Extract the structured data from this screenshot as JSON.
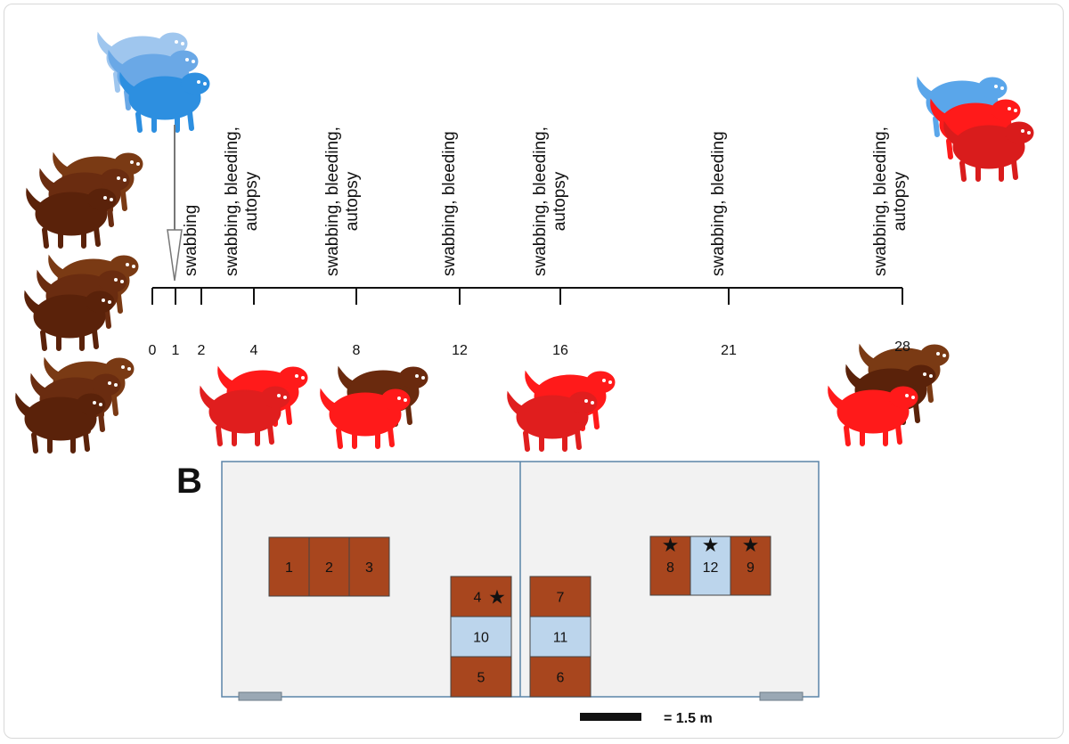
{
  "panel_label": "B",
  "timeline": {
    "tick_labels": [
      "0",
      "1",
      "2",
      "4",
      "8",
      "12",
      "16",
      "21",
      "28"
    ],
    "procedures": [
      {
        "day": "2",
        "lines": [
          "swabbing"
        ]
      },
      {
        "day": "4",
        "lines": [
          "swabbing, bleeding,",
          "autopsy"
        ]
      },
      {
        "day": "8",
        "lines": [
          "swabbing, bleeding,",
          "autopsy"
        ]
      },
      {
        "day": "12",
        "lines": [
          "swabbing, bleeding"
        ]
      },
      {
        "day": "16",
        "lines": [
          "swabbing, bleeding,",
          "autopsy"
        ]
      },
      {
        "day": "21",
        "lines": [
          "swabbing, bleeding"
        ]
      },
      {
        "day": "28",
        "lines": [
          "swabbing, bleeding,",
          "autopsy"
        ]
      }
    ]
  },
  "cages": [
    {
      "label": "1",
      "fill": "brown"
    },
    {
      "label": "2",
      "fill": "brown"
    },
    {
      "label": "3",
      "fill": "brown"
    },
    {
      "label": "4",
      "fill": "brown",
      "star": true
    },
    {
      "label": "10",
      "fill": "lightblue"
    },
    {
      "label": "5",
      "fill": "brown"
    },
    {
      "label": "7",
      "fill": "brown"
    },
    {
      "label": "11",
      "fill": "lightblue"
    },
    {
      "label": "6",
      "fill": "brown"
    },
    {
      "label": "8",
      "fill": "brown",
      "star": true
    },
    {
      "label": "12",
      "fill": "lightblue",
      "star": true
    },
    {
      "label": "9",
      "fill": "brown",
      "star": true
    }
  ],
  "scale_bar": {
    "label": "= 1.5 m"
  },
  "colors": {
    "brown_cage": "#a8461e",
    "blue_cage": "#bcd5ec",
    "room_bg": "#f2f2f2",
    "room_border": "#5b84a8",
    "ferret_brown": "#6a2a0e",
    "ferret_red": "#ff1a1a",
    "ferret_blue": "#2d8fe0"
  }
}
